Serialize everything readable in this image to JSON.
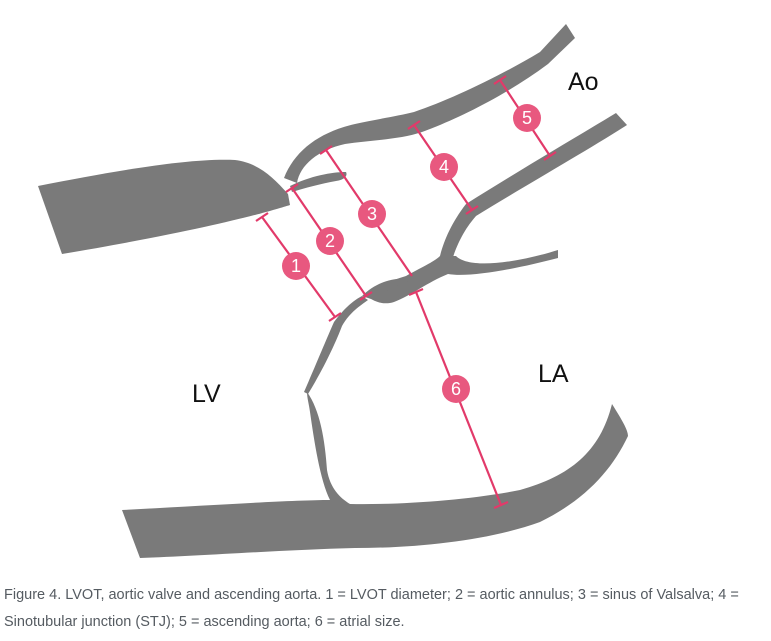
{
  "labels": {
    "ao": "Ao",
    "la": "LA",
    "lv": "LV"
  },
  "markers": [
    "1",
    "2",
    "3",
    "4",
    "5",
    "6"
  ],
  "caption": "Figure 4. LVOT, aortic valve and ascending aorta. 1 = LVOT diameter; 2 = aortic annulus; 3 = sinus of Valsalva; 4 = Sinotubular junction (STJ); 5 = ascending aorta; 6 = atrial size.",
  "colors": {
    "tissue": "#7a7a7a",
    "measure_line": "#e23a6a",
    "marker_fill": "#e8587f",
    "caption_text": "#555b61"
  }
}
